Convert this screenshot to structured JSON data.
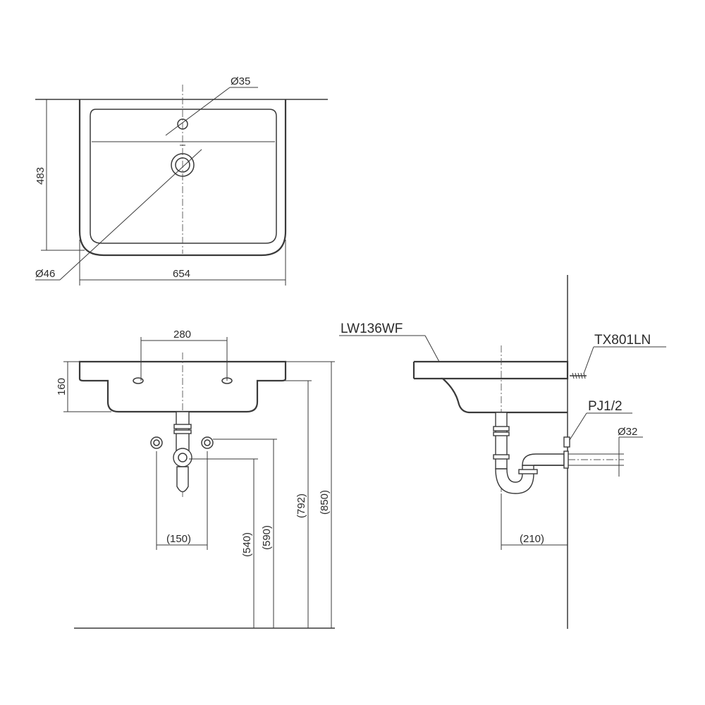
{
  "colors": {
    "line": "#3a3a3a",
    "text": "#2b2b2b",
    "background": "#ffffff"
  },
  "top_view": {
    "dim_faucet_hole": "Ø35",
    "dim_drain_hole": "Ø46",
    "dim_depth": "483",
    "dim_width": "654"
  },
  "front_view": {
    "dim_bracket_spacing": "280",
    "dim_basin_height": "160",
    "dim_supply_spacing": "(150)",
    "dim_supply_height": "(540)",
    "dim_trap_height": "(590)",
    "dim_bracket_height": "(792)",
    "dim_rim_height": "(850)"
  },
  "side_view": {
    "label_basin": "LW136WF",
    "label_fixing": "TX801LN",
    "label_trap": "PJ1/2",
    "dim_outlet": "Ø32",
    "dim_wall_offset": "(210)"
  }
}
